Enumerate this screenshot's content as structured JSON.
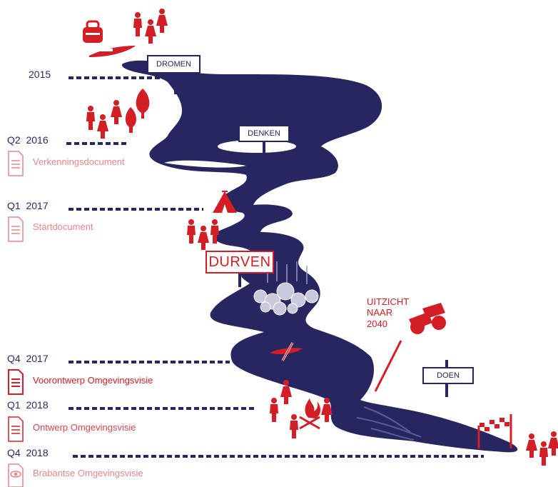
{
  "colors": {
    "river": "#282660",
    "accent_red": "#d31e25",
    "faded_red": "#e8858a",
    "dots": "#282660"
  },
  "timeline": [
    {
      "label": "2015"
    },
    {
      "label": "Q2  2016",
      "doc": "Verkenningsdocument",
      "doc_style": "faded",
      "icon": "document-icon"
    },
    {
      "label": "Q1  2017",
      "doc": "Startdocument",
      "doc_style": "faded",
      "icon": "document-icon"
    },
    {
      "label": "Q4  2017",
      "doc": "Voorontwerp Omgevingsvisie",
      "doc_style": "strong",
      "icon": "document-icon"
    },
    {
      "label": "Q1  2018",
      "doc": "Ontwerp Omgevingsvisie",
      "doc_style": "medium",
      "icon": "document-icon"
    },
    {
      "label": "Q4  2018",
      "doc": "Brabantse Omgevingsvisie",
      "doc_style": "faded",
      "icon": "eye-document-icon"
    }
  ],
  "signs": {
    "dromen": "DROMEN",
    "denken": "DENKEN",
    "durven": "DURVEN",
    "doen": "DOEN"
  },
  "uitzicht": {
    "line1": "UITZICHT",
    "line2": "NAAR",
    "line3": "2040"
  },
  "icons": [
    "backpack-icon",
    "canoe-icon",
    "people-icon",
    "tree-icon",
    "tent-icon",
    "rapids-icon",
    "kayak-icon",
    "binoculars-icon",
    "campfire-icon",
    "finish-flag-icon"
  ]
}
